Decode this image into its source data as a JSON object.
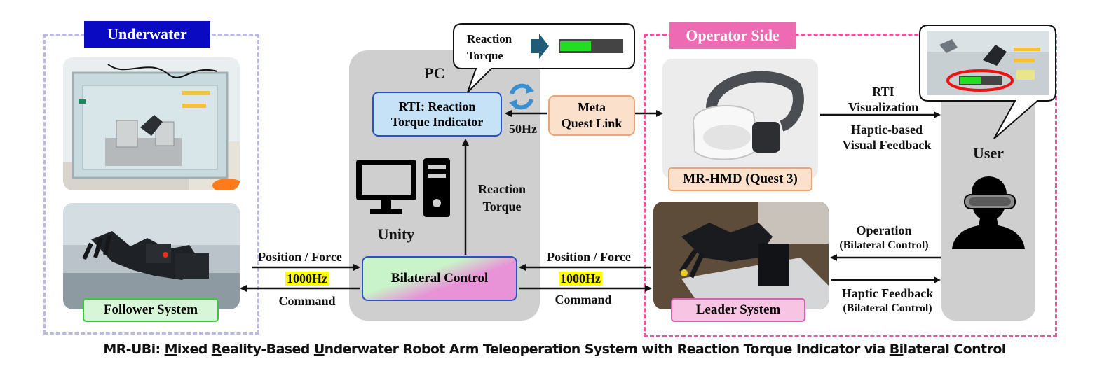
{
  "regions": {
    "underwater": "Underwater",
    "operator": "Operator Side"
  },
  "pc": {
    "title": "PC",
    "engine": "Unity",
    "rti_box": [
      "RTI: Reaction",
      "Torque Indicator"
    ],
    "bilateral_box": "Bilateral Control",
    "reaction_torque": [
      "Reaction",
      "Torque"
    ],
    "rate_50": "50Hz"
  },
  "callout": {
    "label": [
      "Reaction",
      "Torque"
    ],
    "torque_level": 0.5
  },
  "meta_link": [
    "Meta",
    "Quest Link"
  ],
  "follower": {
    "label": "Follower System",
    "top_arrow": "Position / Force",
    "rate": "1000Hz",
    "bottom_arrow": "Command"
  },
  "leader": {
    "label": "Leader System",
    "top_arrow": "Position / Force",
    "rate": "1000Hz",
    "bottom_arrow": "Command"
  },
  "hmd": {
    "label": "MR-HMD (Quest 3)"
  },
  "user": {
    "label": "User",
    "rti_vis": [
      "RTI",
      "Visualization"
    ],
    "haptic_visual": [
      "Haptic-based",
      "Visual Feedback"
    ],
    "operation": [
      "Operation",
      "(Bilateral Control)"
    ],
    "haptic_feedback": [
      "Haptic Feedback",
      "(Bilateral Control)"
    ]
  },
  "colors": {
    "underwater_border": "#b8b8ea",
    "underwater_label_bg": "#0a0ac2",
    "operator_border": "#e8559d",
    "operator_label_bg": "#ee6ab3",
    "rti_box_fill": "#c6e2f7",
    "rti_box_border": "#2a52c8",
    "meta_fill": "#fbe0cc",
    "follower_fill": "#d7f5d7",
    "leader_fill": "#f8c4e4",
    "torque_bar_fill": "#22dd22",
    "highlight_ring": "#ee1111"
  },
  "caption": {
    "parts": [
      {
        "t": "MR-UBi: ",
        "u": false
      },
      {
        "t": "M",
        "u": true
      },
      {
        "t": "ixed ",
        "u": false
      },
      {
        "t": "R",
        "u": true
      },
      {
        "t": "eality-Based ",
        "u": false
      },
      {
        "t": "U",
        "u": true
      },
      {
        "t": "nderwater Robot Arm Teleoperation System with Reaction Torque Indicator via ",
        "u": false
      },
      {
        "t": "Bi",
        "u": true
      },
      {
        "t": "lateral Control",
        "u": false
      }
    ]
  }
}
